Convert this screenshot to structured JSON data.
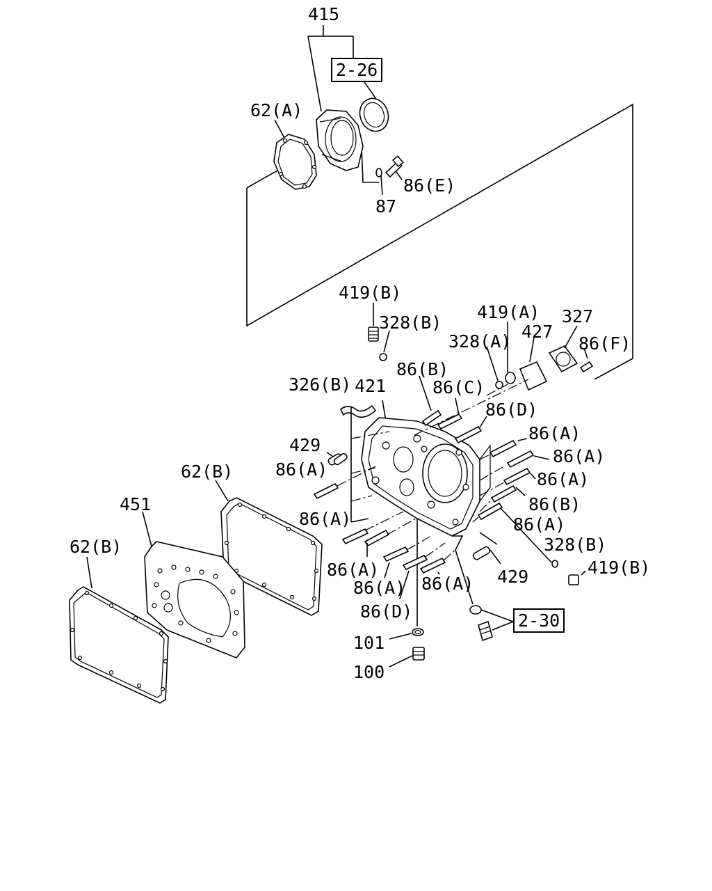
{
  "labels": {
    "p415": "415",
    "p62a": "62(A)",
    "p86e": "86(E)",
    "p87": "87",
    "p419b_top": "419(B)",
    "p328b_top": "328(B)",
    "p419a": "419(A)",
    "p328a": "328(A)",
    "p427": "427",
    "p327": "327",
    "p86f": "86(F)",
    "p326b": "326(B)",
    "p421": "421",
    "p86b_top": "86(B)",
    "p86c": "86(C)",
    "p86d_top": "86(D)",
    "p86a_r1": "86(A)",
    "p86a_r2": "86(A)",
    "p86a_r3": "86(A)",
    "p86b_r": "86(B)",
    "p86a_r4": "86(A)",
    "p328b_r": "328(B)",
    "p419b_r": "419(B)",
    "p429_l": "429",
    "p86a_l1": "86(A)",
    "p62b_mid": "62(B)",
    "p451": "451",
    "p86a_l2": "86(A)",
    "p62b_left": "62(B)",
    "p86a_b1": "86(A)",
    "p86a_b2": "86(A)",
    "p86a_b3": "86(A)",
    "p86d_b": "86(D)",
    "p429_r": "429",
    "p101": "101",
    "p100": "100"
  },
  "refs": {
    "r226": "2-26",
    "r230": "2-30"
  }
}
